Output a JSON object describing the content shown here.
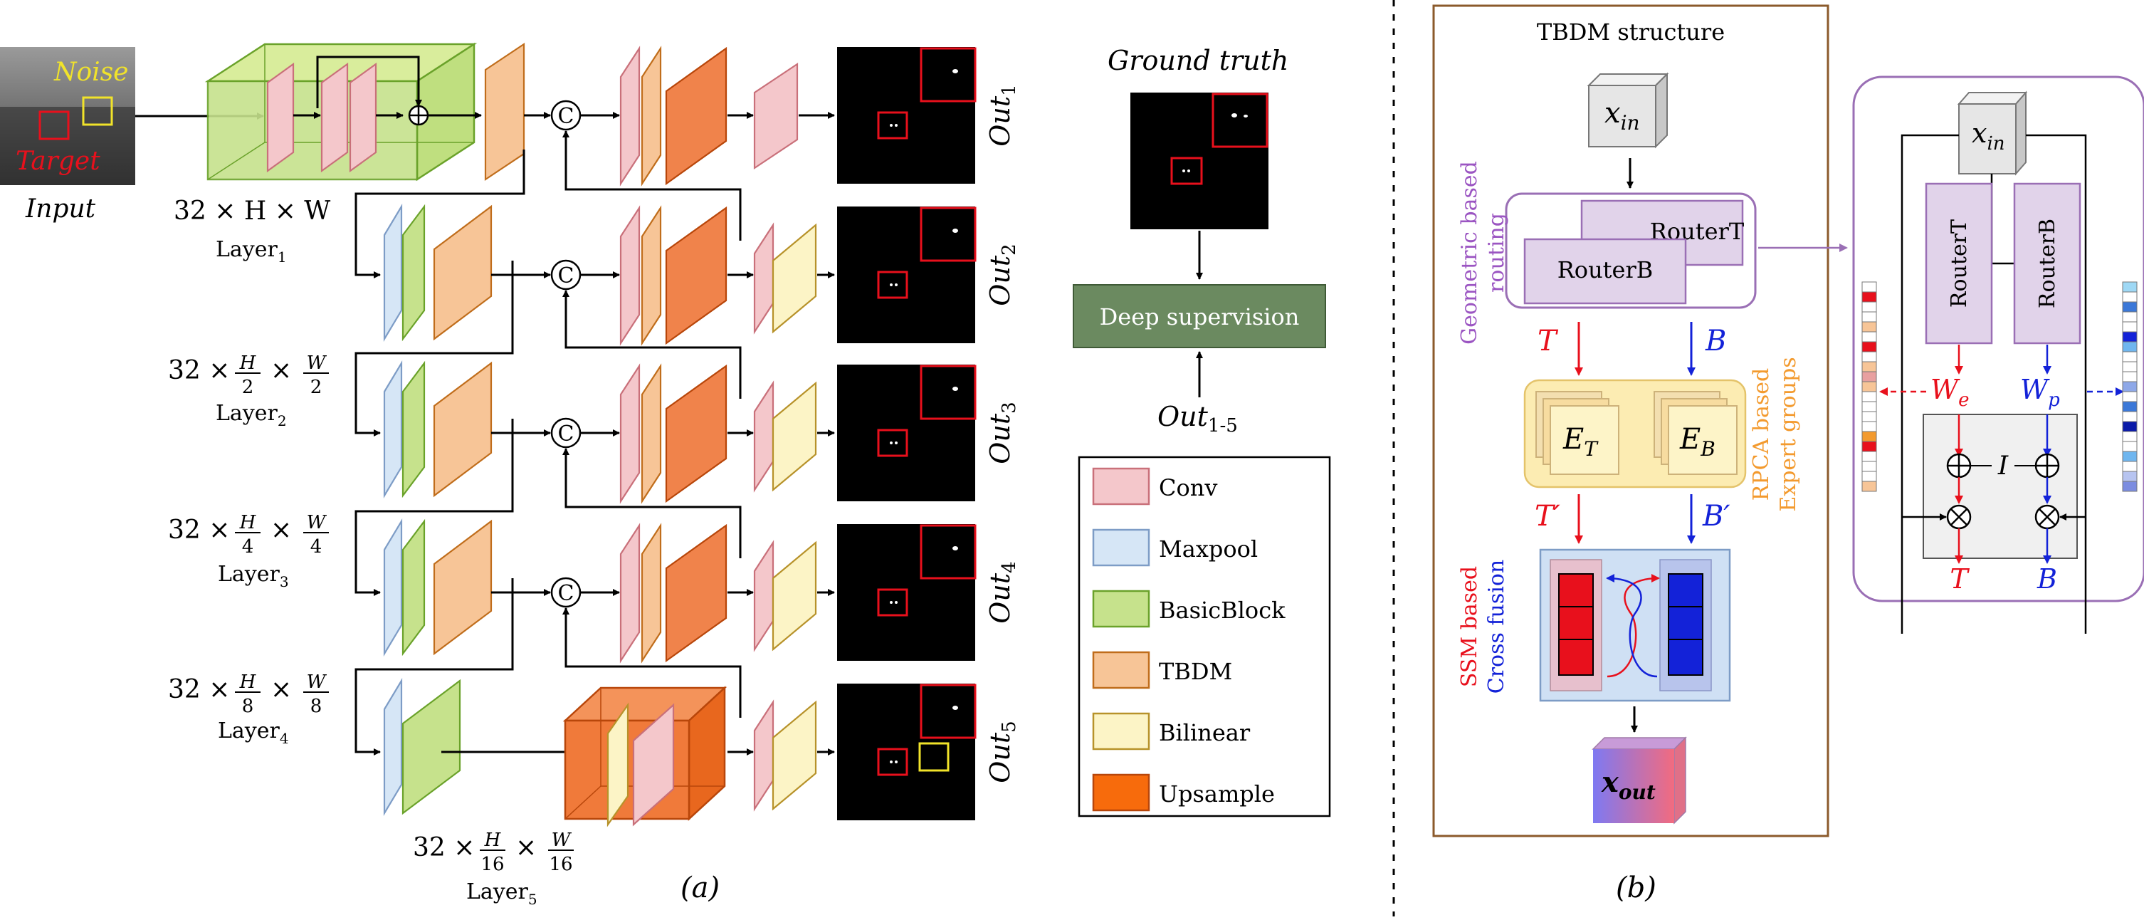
{
  "input": {
    "noise_label": "Noise",
    "target_label": "Target",
    "caption": "Input"
  },
  "layers": [
    {
      "dims": "32 × H × W",
      "name": "Layer",
      "sub": "1"
    },
    {
      "dims_prefix": "32 ×",
      "frac1_num": "H",
      "frac1_den": "2",
      "frac2_num": "W",
      "frac2_den": "2",
      "name": "Layer",
      "sub": "2"
    },
    {
      "dims_prefix": "32 ×",
      "frac1_num": "H",
      "frac1_den": "4",
      "frac2_num": "W",
      "frac2_den": "4",
      "name": "Layer",
      "sub": "3"
    },
    {
      "dims_prefix": "32 ×",
      "frac1_num": "H",
      "frac1_den": "8",
      "frac2_num": "W",
      "frac2_den": "8",
      "name": "Layer",
      "sub": "4"
    },
    {
      "dims_prefix": "32 ×",
      "frac1_num": "H",
      "frac1_den": "16",
      "frac2_num": "W",
      "frac2_den": "16",
      "name": "Layer",
      "sub": "5"
    }
  ],
  "outputs": [
    {
      "label": "Out",
      "sub": "1"
    },
    {
      "label": "Out",
      "sub": "2"
    },
    {
      "label": "Out",
      "sub": "3"
    },
    {
      "label": "Out",
      "sub": "4"
    },
    {
      "label": "Out",
      "sub": "5"
    }
  ],
  "concat_symbol": "C",
  "ground_truth": "Ground truth",
  "deep_supervision": "Deep supervision",
  "out_range": {
    "label": "Out",
    "sub": "1-5"
  },
  "legend": [
    {
      "label": "Conv",
      "color": "#f4c7cb"
    },
    {
      "label": "Maxpool",
      "color": "#d6e6f6"
    },
    {
      "label": "BasicBlock",
      "color": "#c6e28c"
    },
    {
      "label": "TBDM",
      "color": "#f7c597"
    },
    {
      "label": "Bilinear",
      "color": "#fcf4c6"
    },
    {
      "label": "Upsample",
      "color": "#f76b0c"
    }
  ],
  "caption_a": "(a)",
  "caption_b": "(b)",
  "tbdm": {
    "title": "TBDM structure",
    "x_in": {
      "main": "x",
      "sub": "in"
    },
    "router_t": "RouterT",
    "router_b": "RouterB",
    "routing_label_1": "Geometric based",
    "routing_label_2": "routing",
    "T": "T",
    "B": "B",
    "T_prime": "T′",
    "B_prime": "B′",
    "E_T": {
      "main": "E",
      "sub": "T"
    },
    "E_B": {
      "main": "E",
      "sub": "B"
    },
    "rpca_label_1": "RPCA based",
    "rpca_label_2": "Expert groups",
    "ssm_label_1": "SSM based",
    "ssm_label_2": "Cross fusion",
    "x_out": {
      "main": "x",
      "sub": "out"
    }
  },
  "router_detail": {
    "x_in": {
      "main": "x",
      "sub": "in"
    },
    "router_t": "RouterT",
    "router_b": "RouterB",
    "W_e": {
      "main": "W",
      "sub": "e"
    },
    "W_p": {
      "main": "W",
      "sub": "p"
    },
    "I": "I",
    "T": "T",
    "B": "B"
  },
  "colors": {
    "conv": "#f4c7cb",
    "maxpool": "#d6e6f6",
    "basic": "#c6e28c",
    "tbdm": "#f7c597",
    "bilinear": "#fcf4c6",
    "upsample": "#f76b0c",
    "deep_sup": "#6b8a60",
    "router_fill": "#e1d3ea",
    "router_border": "#9a6fb5",
    "tbdm_border": "#8b5a2b",
    "red": "#e8101c",
    "blue": "#1322d8",
    "purple": "#9b55c2",
    "orange": "#f39a2e"
  }
}
